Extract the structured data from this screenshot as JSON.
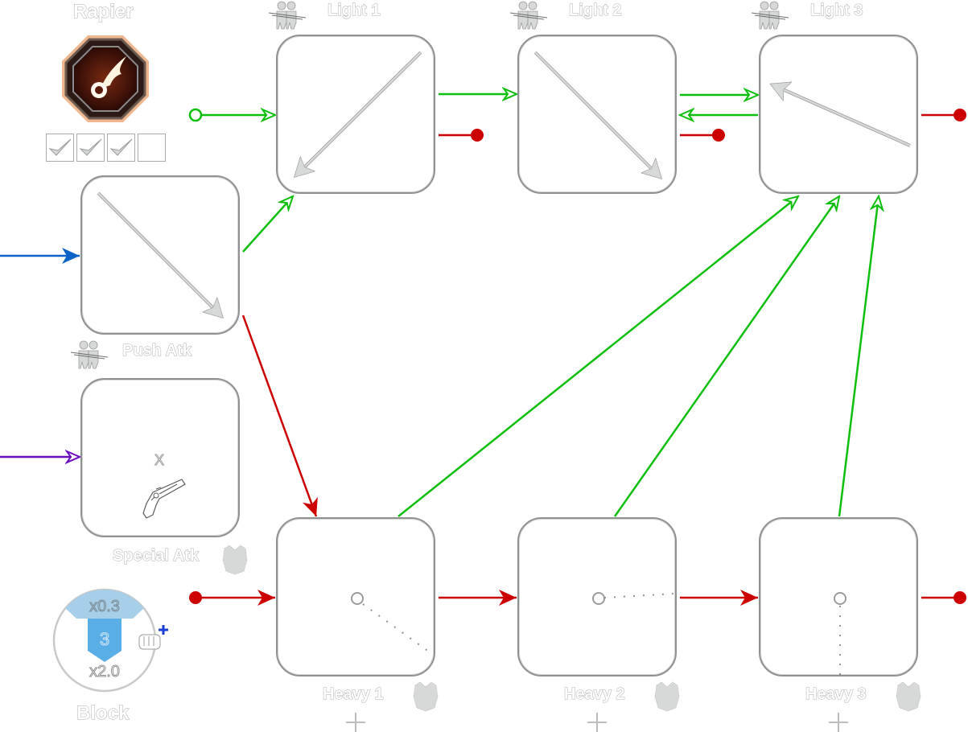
{
  "weapon": {
    "name": "Rapier",
    "emblem_icon": "flaming-meteor-icon",
    "upgrade_slots": [
      true,
      true,
      true,
      false
    ]
  },
  "colors": {
    "green": "#0dbf0d",
    "red": "#cc0000",
    "blue": "#0a64c8",
    "purple": "#6a0dbf",
    "node_border": "#8f9190",
    "gray_glyph": "#d7d9d8",
    "block_light": "#a8cfe9",
    "block_dark": "#5aaee6"
  },
  "nodes": {
    "push_atk": {
      "label": "Push Atk",
      "icon": "two-people-hit-icon",
      "gesture": "swipe-down-right"
    },
    "special_atk": {
      "label": "Special Atk",
      "key": "X",
      "icon": "flintlock-pistol-icon",
      "armor_icon": "armor-icon"
    },
    "light_1": {
      "label": "Light 1",
      "icon": "two-people-hit-icon",
      "gesture": "swipe-down-left"
    },
    "light_2": {
      "label": "Light 2",
      "icon": "two-people-hit-icon",
      "gesture": "swipe-down-right"
    },
    "light_3": {
      "label": "Light 3",
      "icon": "two-people-hit-icon",
      "gesture": "swipe-up-left"
    },
    "heavy_1": {
      "label": "Heavy 1",
      "gesture": "hold-drag-down-right",
      "armor_icon": "armor-icon",
      "plus": "+"
    },
    "heavy_2": {
      "label": "Heavy 2",
      "gesture": "hold-drag-right",
      "armor_icon": "armor-icon",
      "plus": "+"
    },
    "heavy_3": {
      "label": "Heavy 3",
      "gesture": "hold-drag-down",
      "armor_icon": "armor-icon",
      "plus": "+"
    }
  },
  "block": {
    "label": "Block",
    "top_multiplier": "x0.3",
    "count": "3",
    "bottom_multiplier": "x2.0",
    "icon": "fist-plus-icon"
  },
  "connections": [
    {
      "from": "start",
      "to": "light_1",
      "color": "green",
      "type": "open-arrow"
    },
    {
      "from": "light_1",
      "to": "light_2",
      "color": "green",
      "type": "open-arrow"
    },
    {
      "from": "light_2",
      "to": "light_3",
      "color": "green",
      "type": "open-arrow"
    },
    {
      "from": "light_3",
      "to": "light_2",
      "color": "green",
      "type": "open-arrow"
    },
    {
      "from": "push_atk",
      "to": "light_1",
      "color": "green",
      "type": "open-arrow"
    },
    {
      "from": "push_atk",
      "to": "heavy_1",
      "color": "red",
      "type": "filled-arrow"
    },
    {
      "from": "heavy_1",
      "to": "light_3",
      "color": "green",
      "type": "open-arrow"
    },
    {
      "from": "heavy_2",
      "to": "light_3",
      "color": "green",
      "type": "open-arrow"
    },
    {
      "from": "heavy_3",
      "to": "light_3",
      "color": "green",
      "type": "open-arrow"
    },
    {
      "from": "heavy_1",
      "to": "heavy_2",
      "color": "red",
      "type": "filled-arrow"
    },
    {
      "from": "heavy_2",
      "to": "heavy_3",
      "color": "red",
      "type": "filled-arrow"
    },
    {
      "from": "input",
      "to": "push_atk",
      "color": "blue",
      "type": "filled-arrow"
    },
    {
      "from": "input",
      "to": "special_atk",
      "color": "purple",
      "type": "open-arrow"
    },
    {
      "from": "light_1",
      "to": "end",
      "color": "red",
      "type": "dot"
    },
    {
      "from": "light_2",
      "to": "end",
      "color": "red",
      "type": "dot"
    },
    {
      "from": "light_3",
      "to": "end",
      "color": "red",
      "type": "dot"
    },
    {
      "from": "heavy_3",
      "to": "end",
      "color": "red",
      "type": "dot"
    },
    {
      "from": "start",
      "to": "heavy_1",
      "color": "red",
      "type": "filled-arrow"
    }
  ]
}
